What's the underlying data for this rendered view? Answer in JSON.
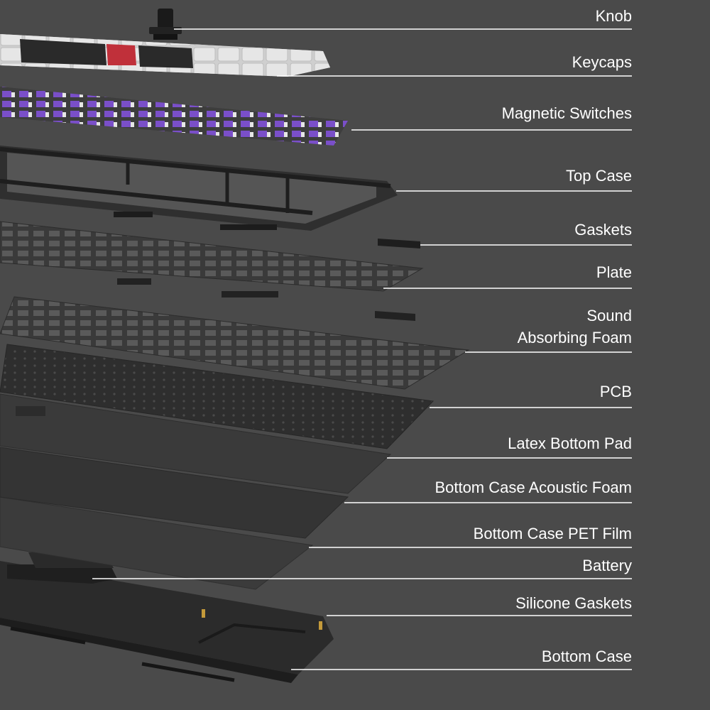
{
  "colors": {
    "background": "#4a4a4a",
    "leader_line": "#ffffff",
    "label_text": "#ffffff",
    "switch_accent": "#7a4fc9",
    "keycap_light": "#e6e6e6",
    "keycap_dark": "#2a2a2a",
    "keycap_red": "#c0303a"
  },
  "layers": [
    {
      "id": "knob",
      "label": "Knob"
    },
    {
      "id": "keycaps",
      "label": "Keycaps"
    },
    {
      "id": "switches",
      "label": "Magnetic Switches"
    },
    {
      "id": "top-case",
      "label": "Top Case"
    },
    {
      "id": "gaskets",
      "label": "Gaskets"
    },
    {
      "id": "plate",
      "label": "Plate"
    },
    {
      "id": "foam",
      "label_lines": [
        "Sound",
        "Absorbing Foam"
      ]
    },
    {
      "id": "pcb",
      "label": "PCB"
    },
    {
      "id": "latex-pad",
      "label": "Latex Bottom Pad"
    },
    {
      "id": "acoustic-foam",
      "label": "Bottom Case Acoustic Foam"
    },
    {
      "id": "pet-film",
      "label": "Bottom Case PET Film"
    },
    {
      "id": "battery",
      "label": "Battery"
    },
    {
      "id": "silicone-gaskets",
      "label": "Silicone Gaskets"
    },
    {
      "id": "bottom-case",
      "label": "Bottom Case"
    }
  ]
}
